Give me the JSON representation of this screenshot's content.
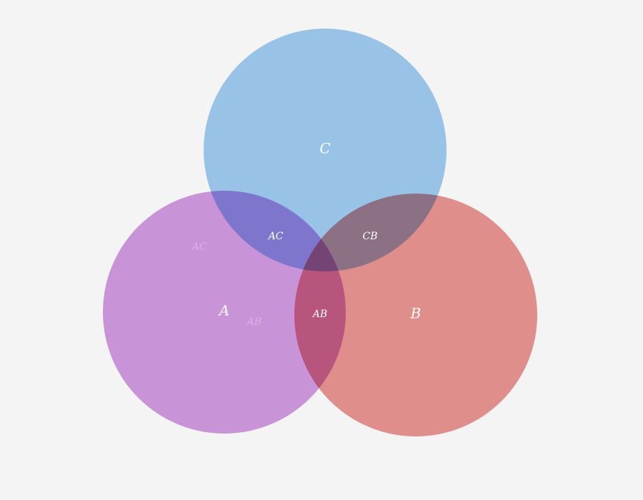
{
  "diagram": {
    "type": "venn",
    "sets": [
      {
        "id": "A",
        "label": "A",
        "color": "#d29ae2"
      },
      {
        "id": "B",
        "label": "B",
        "color": "#ea9492"
      },
      {
        "id": "C",
        "label": "C",
        "color": "#a0cbf2"
      }
    ],
    "intersections": [
      {
        "id": "AC",
        "label": "AC"
      },
      {
        "id": "CB",
        "label": "CB"
      },
      {
        "id": "AB",
        "label": "AB"
      }
    ],
    "ghost_labels": [
      "AC",
      "AB"
    ]
  }
}
